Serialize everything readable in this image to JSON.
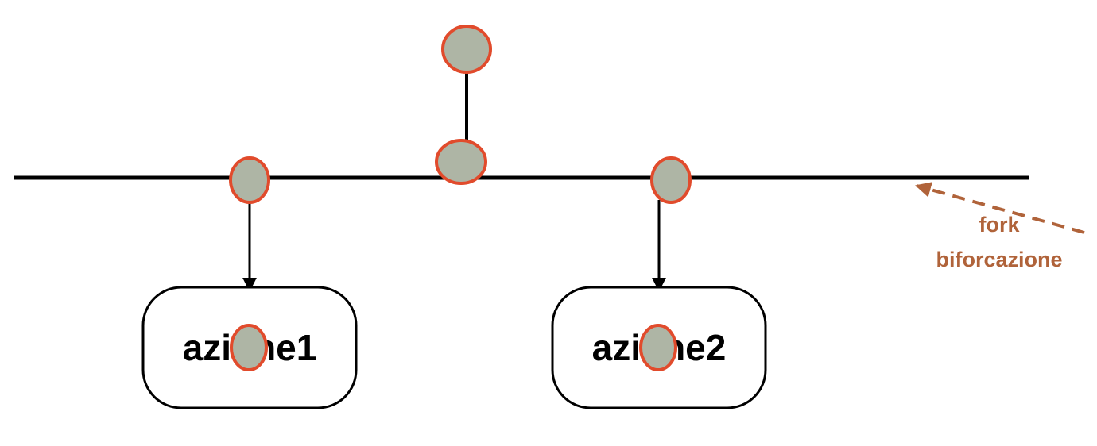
{
  "colors": {
    "line": "#000000",
    "token_fill": "#aeb5a5",
    "token_stroke": "#e14b2c",
    "annotation": "#b0633a",
    "background": "#ffffff"
  },
  "diagram": {
    "type": "fork-bar",
    "actions": [
      {
        "label": "azione1"
      },
      {
        "label": "azione2"
      }
    ],
    "annotation": {
      "line1": "fork",
      "line2": "biforcazione"
    }
  }
}
